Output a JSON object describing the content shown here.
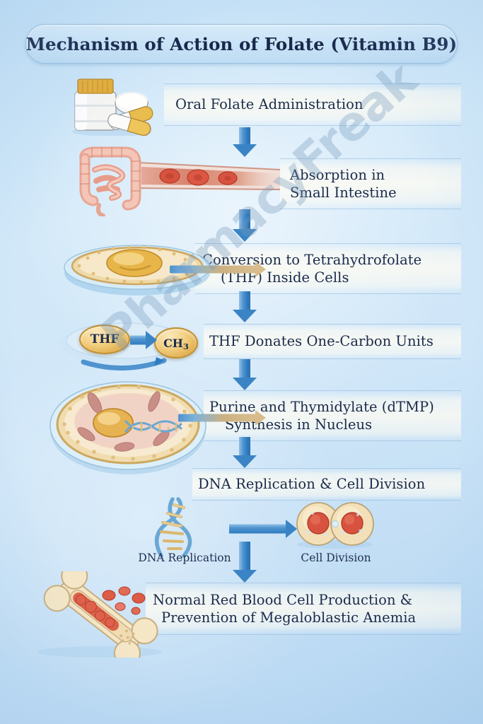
{
  "poster": {
    "title": "Mechanism of Action of Folate (Vitamin B9)",
    "watermark": "PharmacyFreak",
    "background_color": "#cfe6f8",
    "accent_color": "#3a84c6",
    "text_color": "#1a2a4a",
    "molecule_color": "#e8c166"
  },
  "steps": [
    {
      "id": "step-1",
      "label": "Oral Folate Administration",
      "illustration": "pill-bottle-and-capsules-icon"
    },
    {
      "id": "step-2",
      "label_lines": [
        "Absorption in",
        "Small Intestine"
      ],
      "illustration": "intestine-and-blood-vessel-icon"
    },
    {
      "id": "step-3",
      "label_lines": [
        "Conversion to Tetrahydrofolate",
        "(THF) Inside Cells"
      ],
      "illustration": "cell-with-folate-icon"
    },
    {
      "id": "step-4",
      "label": "THF Donates One-Carbon Units",
      "illustration": "thf-to-methyl-transfer-icon"
    },
    {
      "id": "step-5",
      "label_lines": [
        "Purine and Thymidylate (dTMP)",
        "Synthesis in Nucleus"
      ],
      "illustration": "cell-nucleus-with-dna-icon"
    },
    {
      "id": "step-6",
      "label": "DNA Replication & Cell Division",
      "illustration": "dna-and-dividing-cells-icon"
    },
    {
      "id": "step-7",
      "label_lines": [
        "Normal Red Blood Cell Production &",
        "Prevention of Megaloblastic Anemia"
      ],
      "illustration": "bone-marrow-with-rbc-icon"
    }
  ],
  "molecules": {
    "thf": "THF",
    "methyl_main": "CH",
    "methyl_sub": "3"
  },
  "sub_captions": {
    "dna_replication": "DNA Replication",
    "cell_division": "Cell Division"
  }
}
